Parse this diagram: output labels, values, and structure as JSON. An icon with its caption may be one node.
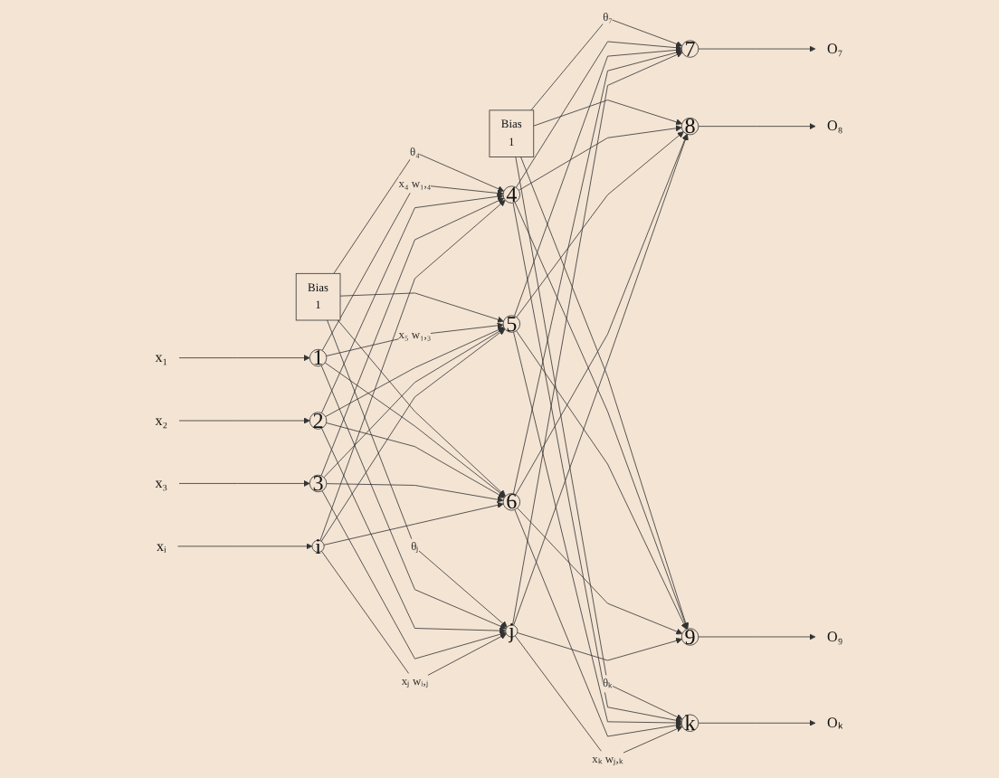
{
  "diagram": {
    "nodes": [
      {
        "text": [
          "x₁"
        ]
      },
      {
        "text": [
          "x₂"
        ]
      },
      {
        "text": [
          "x₃"
        ]
      },
      {
        "text": [
          "xᵢ"
        ]
      },
      {
        "text": [
          "1"
        ]
      },
      {
        "text": [
          "2"
        ]
      },
      {
        "text": [
          "3"
        ]
      },
      {
        "text": [
          "i"
        ]
      },
      {
        "text": [
          "Bias",
          "1"
        ]
      },
      {
        "text": [
          "4"
        ]
      },
      {
        "text": [
          "5"
        ]
      },
      {
        "text": [
          "6"
        ]
      },
      {
        "text": [
          "j"
        ]
      },
      {
        "text": [
          "Bias",
          "1"
        ]
      },
      {
        "text": [
          "7"
        ]
      },
      {
        "text": [
          "8"
        ]
      },
      {
        "text": [
          "9"
        ]
      },
      {
        "text": [
          "k"
        ]
      },
      {
        "text": [
          "O₇"
        ]
      },
      {
        "text": [
          "O₈"
        ]
      },
      {
        "text": [
          "O₉"
        ]
      },
      {
        "text": [
          "Oₖ"
        ]
      }
    ],
    "edges": [
      {
        "from": 0,
        "to": 4,
        "arrow": "to"
      },
      {
        "from": 1,
        "to": 5,
        "arrow": "to"
      },
      {
        "from": 2,
        "to": 6,
        "arrow": "to"
      },
      {
        "from": 3,
        "to": 7,
        "arrow": "to"
      },
      {
        "from": 8,
        "to": 9,
        "arrow": "to",
        "label": "θ₄"
      },
      {
        "from": 8,
        "to": 10,
        "arrow": "to"
      },
      {
        "from": 8,
        "to": 11,
        "arrow": "to"
      },
      {
        "from": 8,
        "to": 12,
        "arrow": "to",
        "label": "θⱼ"
      },
      {
        "from": 4,
        "to": 9,
        "arrow": "to",
        "label": "x₄ w₁,₄"
      },
      {
        "from": 4,
        "to": 10,
        "arrow": "to",
        "label": "x₅ w₁,₃"
      },
      {
        "from": 4,
        "to": 11,
        "arrow": "to"
      },
      {
        "from": 4,
        "to": 12,
        "arrow": "to"
      },
      {
        "from": 5,
        "to": 9,
        "arrow": "to"
      },
      {
        "from": 5,
        "to": 10,
        "arrow": "to"
      },
      {
        "from": 5,
        "to": 11,
        "arrow": "to"
      },
      {
        "from": 5,
        "to": 12,
        "arrow": "to"
      },
      {
        "from": 6,
        "to": 9,
        "arrow": "to"
      },
      {
        "from": 6,
        "to": 10,
        "arrow": "to"
      },
      {
        "from": 6,
        "to": 11,
        "arrow": "to"
      },
      {
        "from": 6,
        "to": 12,
        "arrow": "to"
      },
      {
        "from": 7,
        "to": 9,
        "arrow": "to"
      },
      {
        "from": 7,
        "to": 10,
        "arrow": "to"
      },
      {
        "from": 7,
        "to": 11,
        "arrow": "to"
      },
      {
        "from": 7,
        "to": 12,
        "arrow": "to",
        "label": "xⱼ wᵢ,ⱼ"
      },
      {
        "from": 13,
        "to": 14,
        "arrow": "to",
        "label": "θ₇"
      },
      {
        "from": 13,
        "to": 15,
        "arrow": "to"
      },
      {
        "from": 13,
        "to": 16,
        "arrow": "to"
      },
      {
        "from": 13,
        "to": 17,
        "arrow": "to",
        "label": "θₖ"
      },
      {
        "from": 9,
        "to": 14,
        "arrow": "to"
      },
      {
        "from": 9,
        "to": 15,
        "arrow": "to"
      },
      {
        "from": 9,
        "to": 16,
        "arrow": "to"
      },
      {
        "from": 9,
        "to": 17,
        "arrow": "to"
      },
      {
        "from": 10,
        "to": 14,
        "arrow": "to"
      },
      {
        "from": 10,
        "to": 15,
        "arrow": "to"
      },
      {
        "from": 10,
        "to": 16,
        "arrow": "to"
      },
      {
        "from": 10,
        "to": 17,
        "arrow": "to"
      },
      {
        "from": 11,
        "to": 14,
        "arrow": "to"
      },
      {
        "from": 11,
        "to": 15,
        "arrow": "to"
      },
      {
        "from": 11,
        "to": 16,
        "arrow": "to"
      },
      {
        "from": 11,
        "to": 17,
        "arrow": "to"
      },
      {
        "from": 12,
        "to": 14,
        "arrow": "to"
      },
      {
        "from": 12,
        "to": 15,
        "arrow": "to"
      },
      {
        "from": 12,
        "to": 16,
        "arrow": "to"
      },
      {
        "from": 12,
        "to": 17,
        "arrow": "to",
        "label": "xₖ wⱼ,ₖ"
      },
      {
        "from": 14,
        "to": 18,
        "arrow": "to"
      },
      {
        "from": 15,
        "to": 19,
        "arrow": "to"
      },
      {
        "from": 16,
        "to": 20,
        "arrow": "to"
      },
      {
        "from": 17,
        "to": 21,
        "arrow": "to"
      }
    ]
  }
}
